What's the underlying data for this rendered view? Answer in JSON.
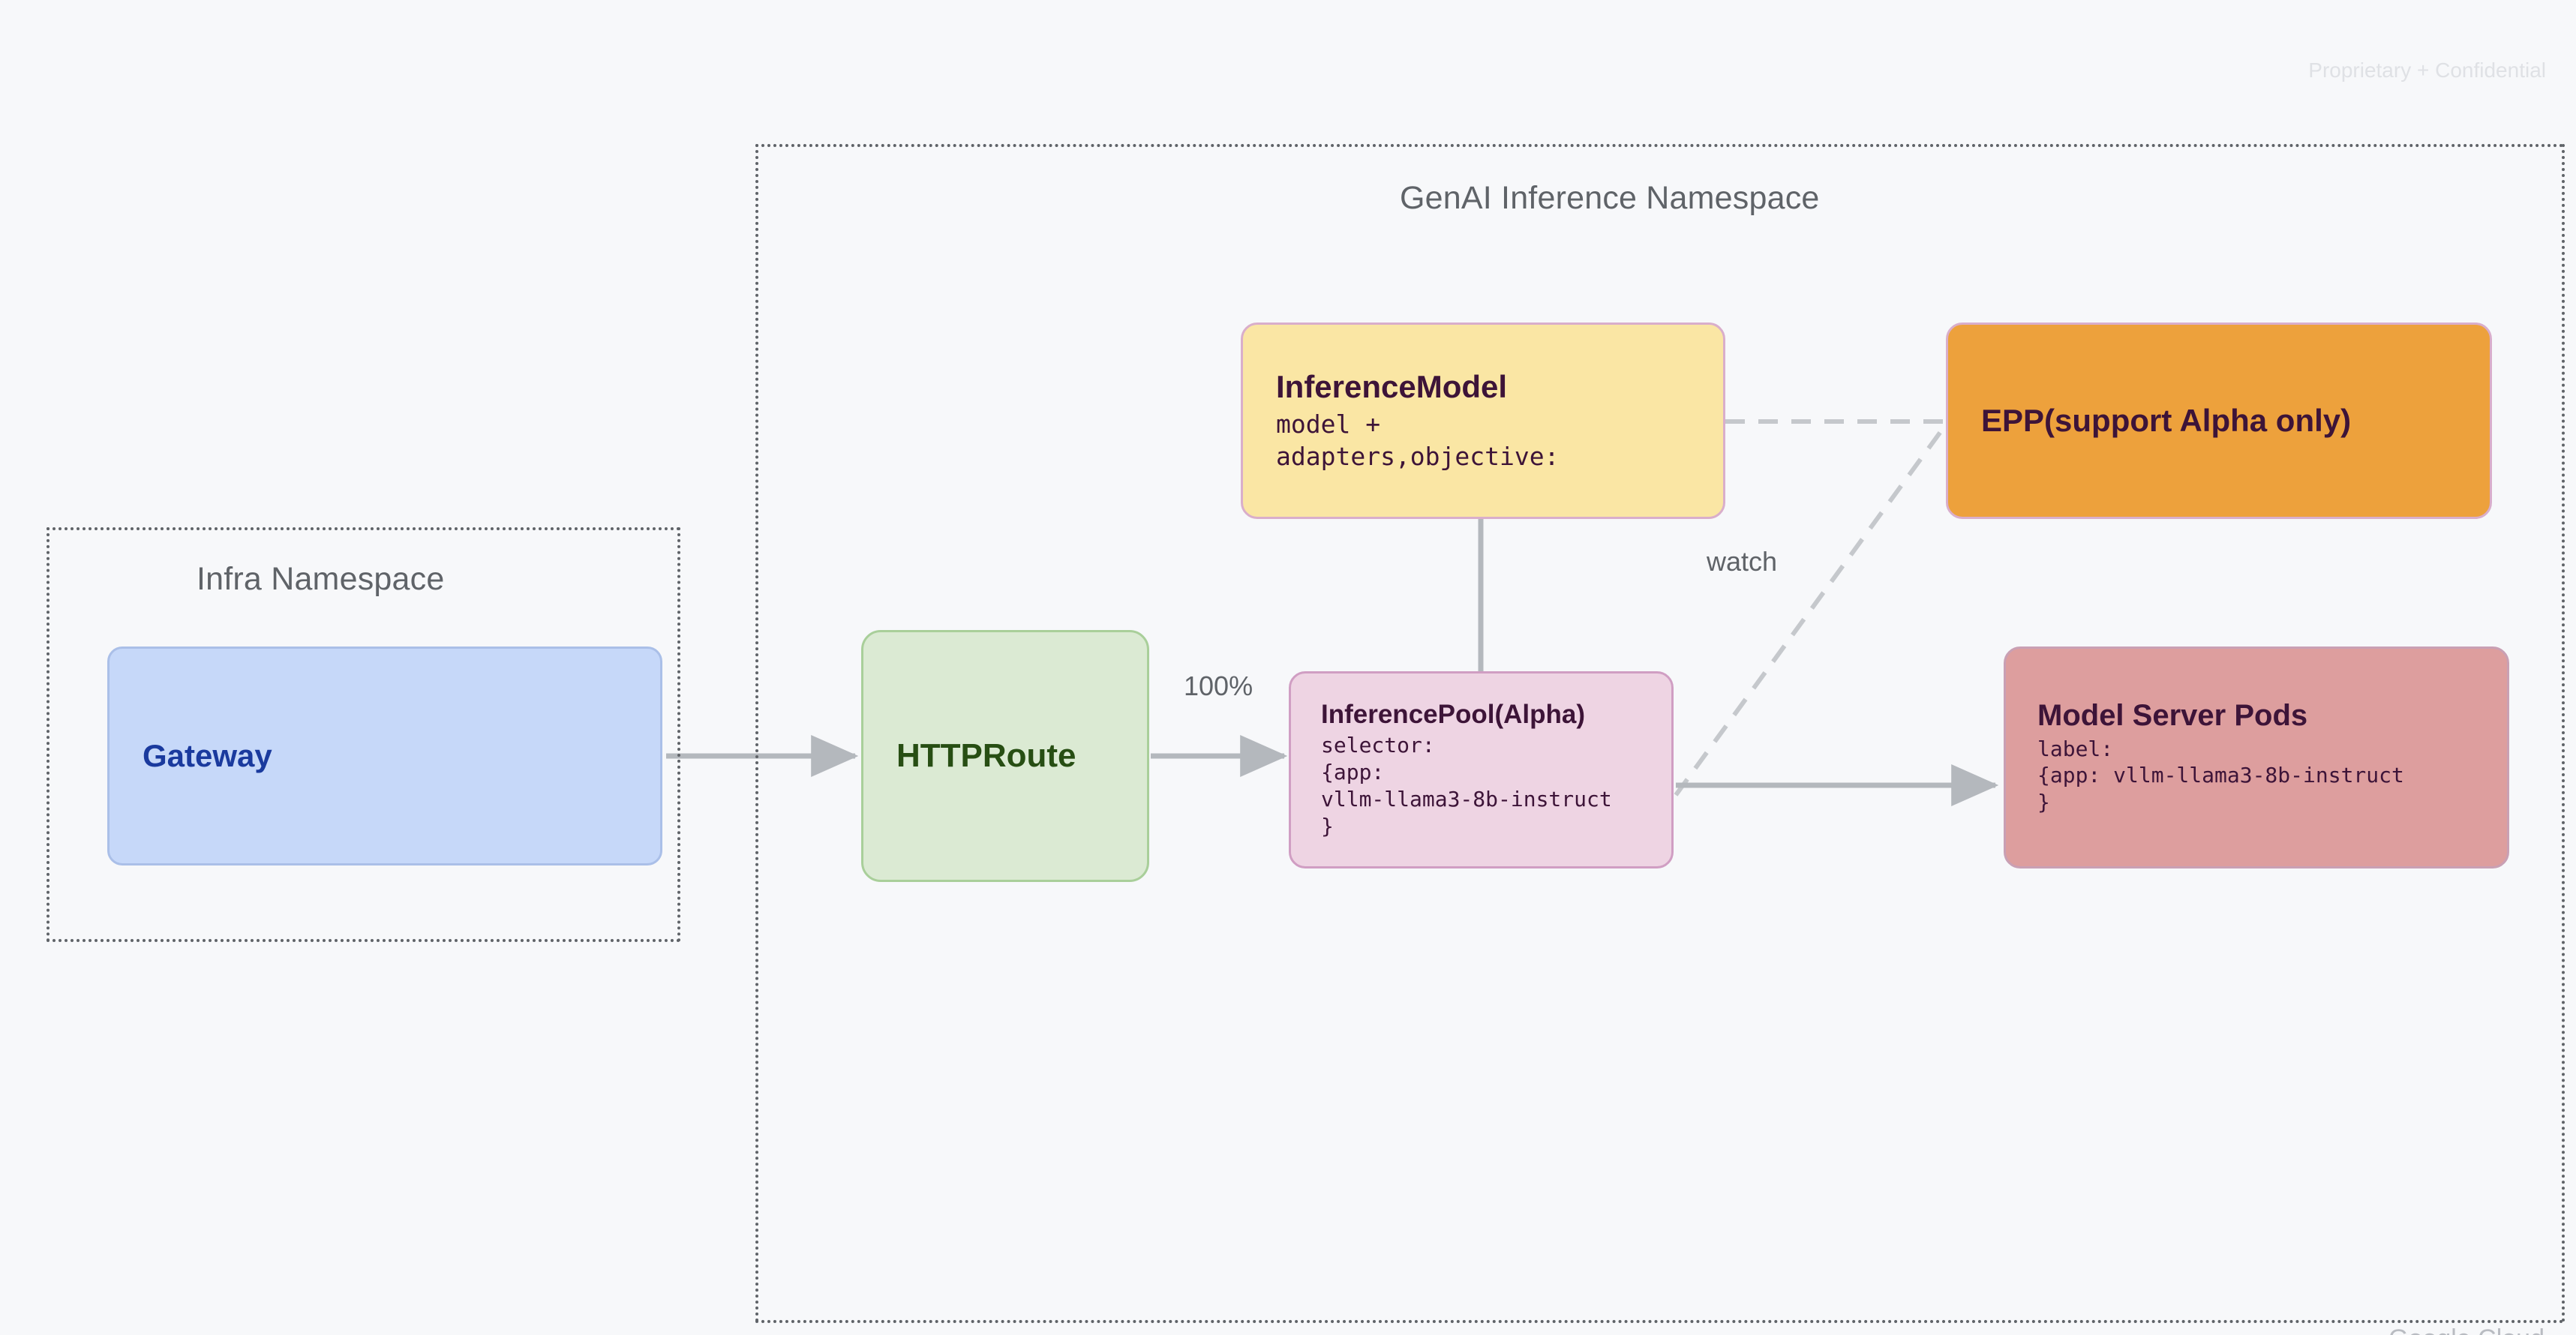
{
  "page": {
    "watermark": "Proprietary + Confidential",
    "background_color": "#f7f8fa",
    "bottom_logo": "Google Cloud"
  },
  "namespaces": [
    {
      "id": "infra",
      "title": "Infra Namespace",
      "border_style": "dotted",
      "border_color": "#5f6368"
    },
    {
      "id": "genai",
      "title": "GenAI Inference Namespace",
      "border_style": "dotted",
      "border_color": "#5f6368"
    }
  ],
  "nodes": {
    "gateway": {
      "title": "Gateway",
      "fill": "#c6d8f9",
      "border": "#aabfe8",
      "text_color": "#1a3a9e"
    },
    "httproute": {
      "title": "HTTPRoute",
      "fill": "#dbead3",
      "border": "#a9cf9a",
      "text_color": "#274e13"
    },
    "inferencemodel": {
      "title": "InferenceModel",
      "sub": "model +\nadapters,objective:",
      "fill": "#fae6a4",
      "border": "#d9aecb",
      "text_color": "#3d1438"
    },
    "inferencepool": {
      "title": "InferencePool(Alpha)",
      "sub": "selector:\n{app:\nvllm-llama3-8b-instruct\n}",
      "fill": "#eed4e3",
      "border": "#d09ec3",
      "text_color": "#3d1438"
    },
    "epp": {
      "title": "EPP(support Alpha only)",
      "fill": "#eda13c",
      "border": "#d9aecb",
      "text_color": "#3d1438"
    },
    "modelserverpods": {
      "title": "Model Server Pods",
      "sub": "label:\n{app: vllm-llama3-8b-instruct\n}",
      "fill": "#dd9e9e",
      "border": "#c9a0b4",
      "text_color": "#3d1438"
    }
  },
  "edges": {
    "gateway_to_httproute": {
      "label": "",
      "style": "solid-arrow"
    },
    "httproute_to_inferencepool": {
      "label": "100%",
      "style": "solid-arrow"
    },
    "inferencemodel_to_inferencepool": {
      "label": "",
      "style": "solid-line"
    },
    "inferencemodel_to_epp": {
      "label": "",
      "style": "dashed"
    },
    "inferencepool_to_epp": {
      "label": "watch",
      "style": "dashed"
    },
    "inferencepool_to_modelserverpods": {
      "label": "",
      "style": "solid-arrow"
    }
  },
  "edge_colors": {
    "connector": "#b4b8bd",
    "dashed": "#c5c8cc"
  }
}
